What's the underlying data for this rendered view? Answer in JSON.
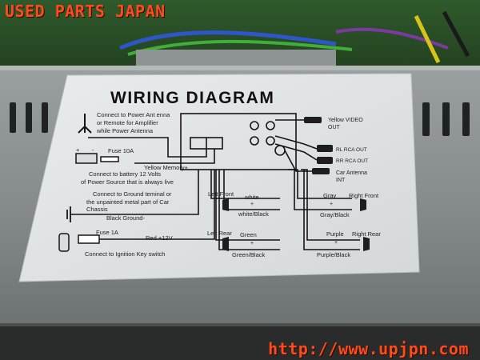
{
  "watermark": {
    "title": "USED PARTS JAPAN",
    "url": "http://www.upjpn.com"
  },
  "label": {
    "heading": "WIRING DIAGRAM",
    "antenna_note": [
      "Connect to Power Ant enna",
      "or Remote for Amplifier",
      "while Power Antenna"
    ],
    "fuse_10a": "Fuse 10A",
    "yellow_memory": "Yellow Memory+",
    "battery_note": [
      "Connect to battery 12 Volts",
      "of Power Source that is always live"
    ],
    "ground_note": [
      "Connect to Ground teminal or",
      "the unpainted metal part of Car",
      "Chassis"
    ],
    "black_ground": "Black Ground-",
    "fuse_1a": "Fuse 1A",
    "red_12v": "Red +12V",
    "ignition_note": "Connect to Ignition Key switch",
    "yellow_video": [
      "Yellow VIDEO",
      "OUT"
    ],
    "rl_rca": "RL RCA OUT",
    "rr_rca": "RR RCA OUT",
    "car_antenna": [
      "Car Antenna",
      "INT"
    ],
    "left_front": "Left Front",
    "white": "white",
    "white_black": "white/Black",
    "left_rear": "Left Rear",
    "green": "Green",
    "green_black": "Green/Black",
    "gray": "Gray",
    "right_front": "Right Front",
    "gray_black": "Gray/Black",
    "purple": "Purple",
    "right_rear": "Right Rear",
    "purple_black": "Purple/Black",
    "plus": "+",
    "minus": "-"
  }
}
